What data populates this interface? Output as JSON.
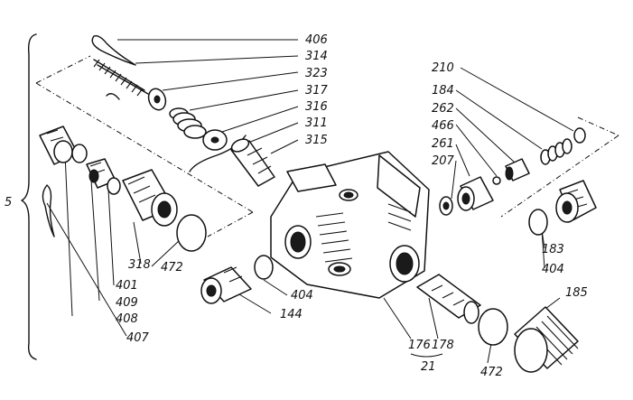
{
  "labels": {
    "l406": "406",
    "l314": "314",
    "l323": "323",
    "l317": "317",
    "l316": "316",
    "l311": "311",
    "l315": "315",
    "l210": "210",
    "l184": "184",
    "l262": "262",
    "l466": "466",
    "l261": "261",
    "l207": "207",
    "l183": "183",
    "l404r": "404",
    "l185": "185",
    "l5": "5",
    "l318": "318",
    "l472a": "472",
    "l401": "401",
    "l409": "409",
    "l408": "408",
    "l407": "407",
    "l404m": "404",
    "l144": "144",
    "l176": "176",
    "l178": "178",
    "l21": "21",
    "l472b": "472"
  }
}
